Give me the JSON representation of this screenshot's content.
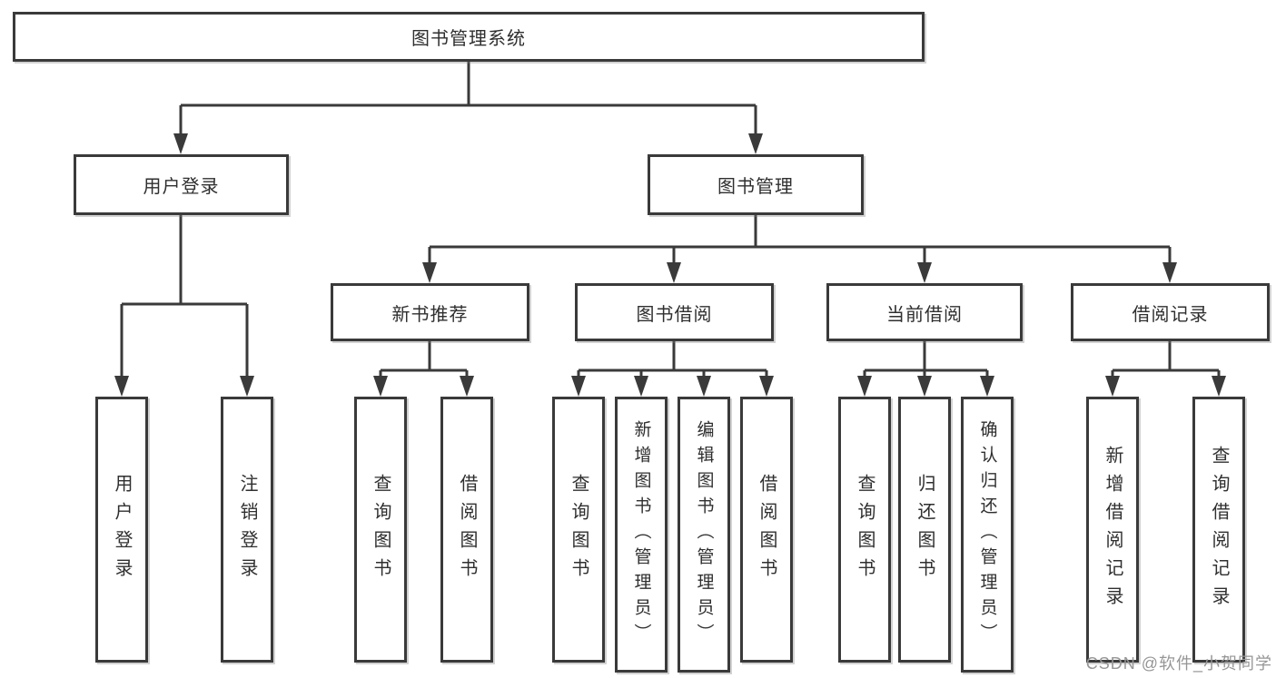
{
  "nodes": {
    "root": "图书管理系统",
    "user_login": "用户登录",
    "book_mgmt": "图书管理",
    "new_rec": "新书推荐",
    "borrow": "图书借阅",
    "current": "当前借阅",
    "records": "借阅记录",
    "ul_login": "用户登录",
    "ul_logout": "注销登录",
    "nr_query": "查询图书",
    "nr_borrow": "借阅图书",
    "bb_query": "查询图书",
    "bb_add": "新增图书（管理员）",
    "bb_edit": "编辑图书（管理员）",
    "bb_borrow": "借阅图书",
    "cb_query": "查询图书",
    "cb_return": "归还图书",
    "cb_confirm": "确认归还（管理员）",
    "br_add": "新增借阅记录",
    "br_query": "查询借阅记录"
  },
  "hierarchy": {
    "图书管理系统": {
      "用户登录": [
        "用户登录",
        "注销登录"
      ],
      "图书管理": {
        "新书推荐": [
          "查询图书",
          "借阅图书"
        ],
        "图书借阅": [
          "查询图书",
          "新增图书（管理员）",
          "编辑图书（管理员）",
          "借阅图书"
        ],
        "当前借阅": [
          "查询图书",
          "归还图书",
          "确认归还（管理员）"
        ],
        "借阅记录": [
          "新增借阅记录",
          "查询借阅记录"
        ]
      }
    }
  },
  "watermark": {
    "text": "CSDN @软件_小贺同学"
  },
  "colors": {
    "line": "#3a3a3a",
    "text": "#2f2f2f",
    "background": "#ffffff",
    "watermark": "#969696"
  }
}
